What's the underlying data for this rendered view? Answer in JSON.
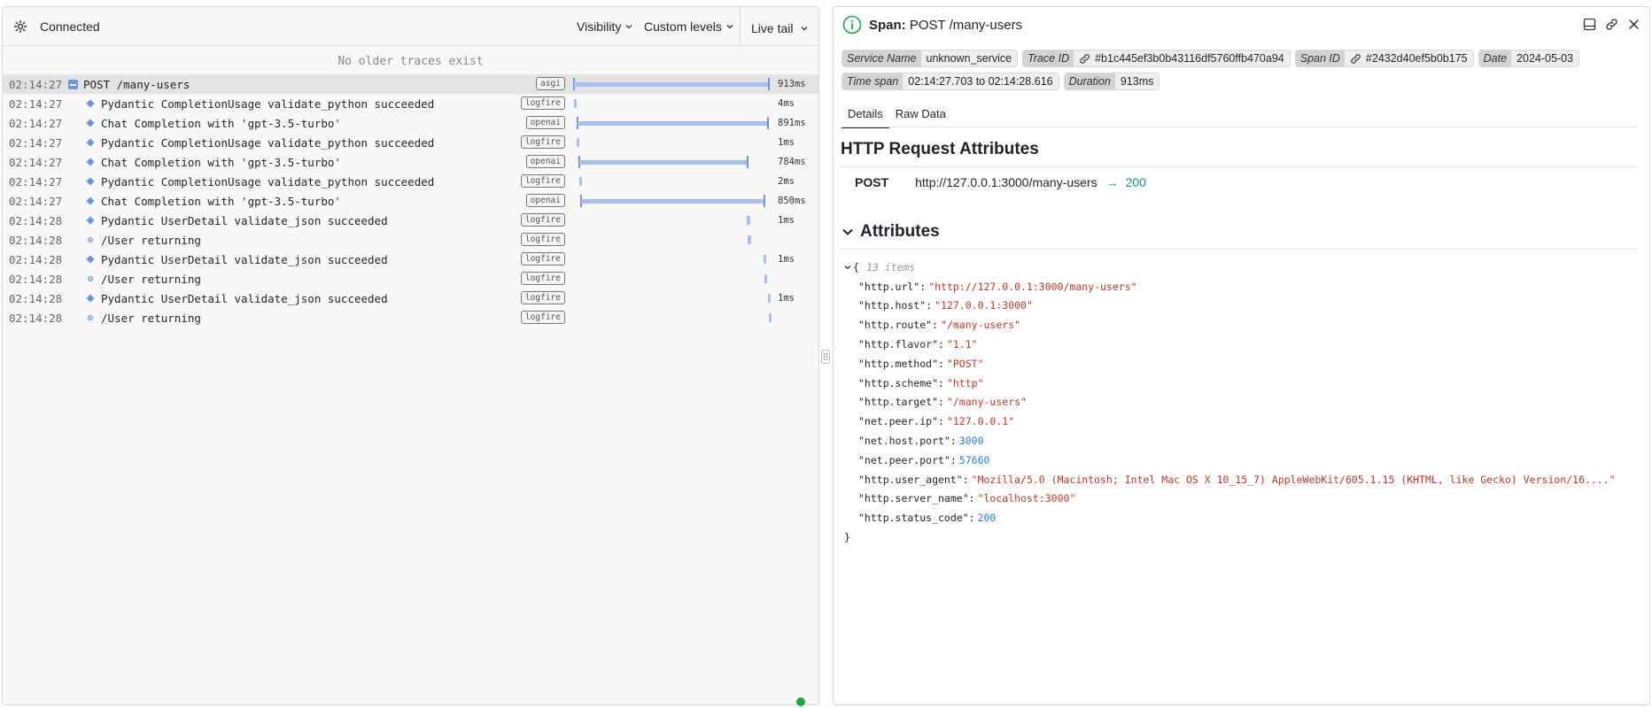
{
  "left": {
    "status": "Connected",
    "visibility_label": "Visibility",
    "levels_label": "Custom levels",
    "livetail_label": "Live tail",
    "no_older": "No older traces exist",
    "rows": [
      {
        "time": "02:14:27",
        "name": "POST /many-users",
        "badge": "asgi",
        "duration": "913ms"
      },
      {
        "time": "02:14:27",
        "name": "Pydantic CompletionUsage validate_python succeeded",
        "badge": "logfire",
        "duration": "4ms"
      },
      {
        "time": "02:14:27",
        "name": "Chat Completion with 'gpt-3.5-turbo'",
        "badge": "openai",
        "duration": "891ms"
      },
      {
        "time": "02:14:27",
        "name": "Pydantic CompletionUsage validate_python succeeded",
        "badge": "logfire",
        "duration": "1ms"
      },
      {
        "time": "02:14:27",
        "name": "Chat Completion with 'gpt-3.5-turbo'",
        "badge": "openai",
        "duration": "784ms"
      },
      {
        "time": "02:14:27",
        "name": "Pydantic CompletionUsage validate_python succeeded",
        "badge": "logfire",
        "duration": "2ms"
      },
      {
        "time": "02:14:27",
        "name": "Chat Completion with 'gpt-3.5-turbo'",
        "badge": "openai",
        "duration": "850ms"
      },
      {
        "time": "02:14:28",
        "name": "Pydantic UserDetail validate_json succeeded",
        "badge": "logfire",
        "duration": "1ms"
      },
      {
        "time": "02:14:28",
        "name": "/User returning",
        "badge": "logfire",
        "duration": ""
      },
      {
        "time": "02:14:28",
        "name": "Pydantic UserDetail validate_json succeeded",
        "badge": "logfire",
        "duration": "1ms"
      },
      {
        "time": "02:14:28",
        "name": "/User returning",
        "badge": "logfire",
        "duration": ""
      },
      {
        "time": "02:14:28",
        "name": "Pydantic UserDetail validate_json succeeded",
        "badge": "logfire",
        "duration": "1ms"
      },
      {
        "time": "02:14:28",
        "name": "/User returning",
        "badge": "logfire",
        "duration": ""
      }
    ]
  },
  "span": {
    "label": "Span:",
    "name": "POST /many-users",
    "chips": {
      "service_name_key": "Service Name",
      "service_name": "unknown_service",
      "trace_id_key": "Trace ID",
      "trace_id": "#b1c445ef3b0b43116df5760ffb470a94",
      "span_id_key": "Span ID",
      "span_id": "#2432d40ef5b0b175",
      "date_key": "Date",
      "date": "2024-05-03",
      "time_span_key": "Time span",
      "time_span": "02:14:27.703 to 02:14:28.616",
      "duration_key": "Duration",
      "duration": "913ms"
    },
    "tabs": [
      "Details",
      "Raw Data"
    ],
    "http_title": "HTTP Request Attributes",
    "method": "POST",
    "url": "http://127.0.0.1:3000/many-users",
    "arrow": "→",
    "status_code": "200",
    "attributes_title": "Attributes",
    "json_open": "{",
    "json_count": "13 items",
    "json_close": "}",
    "attributes": [
      {
        "key": "\"http.url\"",
        "value": "\"http://127.0.0.1:3000/many-users\"",
        "type": "str"
      },
      {
        "key": "\"http.host\"",
        "value": "\"127.0.0.1:3000\"",
        "type": "str"
      },
      {
        "key": "\"http.route\"",
        "value": "\"/many-users\"",
        "type": "str"
      },
      {
        "key": "\"http.flavor\"",
        "value": "\"1.1\"",
        "type": "str"
      },
      {
        "key": "\"http.method\"",
        "value": "\"POST\"",
        "type": "str"
      },
      {
        "key": "\"http.scheme\"",
        "value": "\"http\"",
        "type": "str"
      },
      {
        "key": "\"http.target\"",
        "value": "\"/many-users\"",
        "type": "str"
      },
      {
        "key": "\"net.peer.ip\"",
        "value": "\"127.0.0.1\"",
        "type": "str"
      },
      {
        "key": "\"net.host.port\"",
        "value": "3000",
        "type": "num"
      },
      {
        "key": "\"net.peer.port\"",
        "value": "57660",
        "type": "num"
      },
      {
        "key": "\"http.user_agent\"",
        "value": "\"Mozilla/5.0 (Macintosh; Intel Mac OS X 10_15_7) AppleWebKit/605.1.15 (KHTML, like Gecko) Version/16....\"",
        "type": "str"
      },
      {
        "key": "\"http.server_name\"",
        "value": "\"localhost:3000\"",
        "type": "str"
      },
      {
        "key": "\"http.status_code\"",
        "value": "200",
        "type": "num"
      }
    ]
  },
  "colors": {
    "accent": "#6b93e8",
    "status_ok": "#1ba84a",
    "string_value": "#c0392b",
    "number_value": "#2a7fc4",
    "link_teal": "#1a8f8f"
  }
}
